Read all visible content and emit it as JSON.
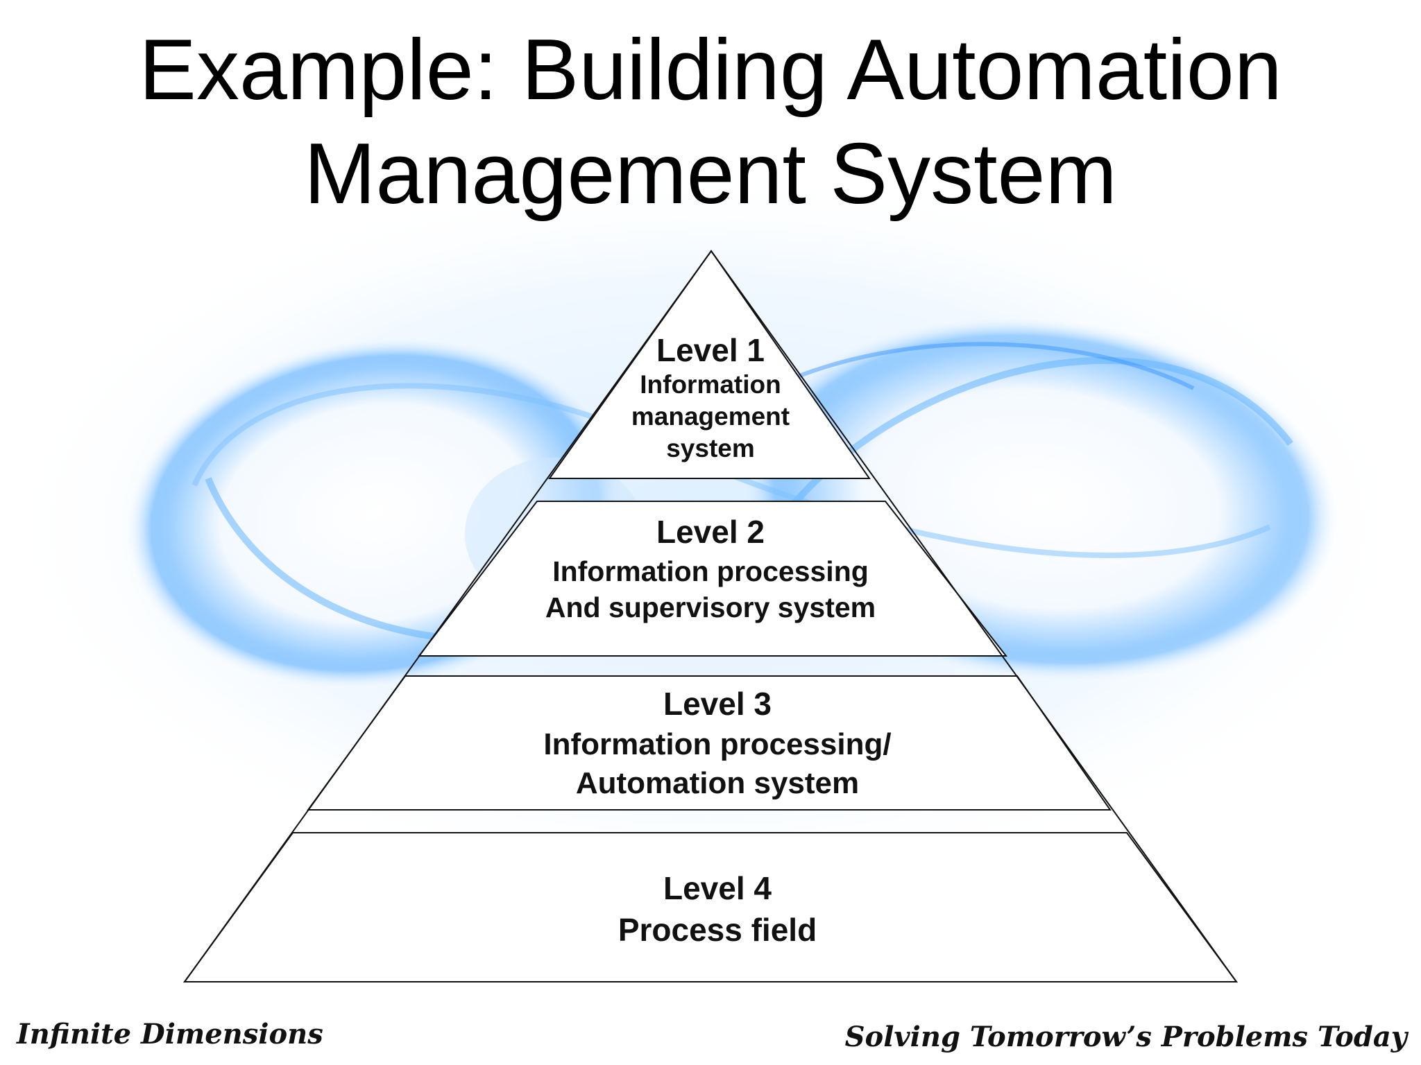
{
  "slide": {
    "title_lines": [
      "Example: Building Automation",
      "Management System"
    ],
    "accent_color": "#3a9bff"
  },
  "pyramid": {
    "levels": [
      {
        "title": "Level 1",
        "lines": [
          "Information",
          "management",
          "system"
        ]
      },
      {
        "title": "Level 2",
        "lines": [
          "Information processing",
          "And supervisory  system"
        ]
      },
      {
        "title": "Level 3",
        "lines": [
          "Information processing/",
          "Automation system"
        ]
      },
      {
        "title": "Level 4",
        "lines": [
          "Process field"
        ]
      }
    ]
  },
  "footer": {
    "left": "Infinite Dimensions",
    "right": "Solving Tomorrow’s Problems Today"
  }
}
